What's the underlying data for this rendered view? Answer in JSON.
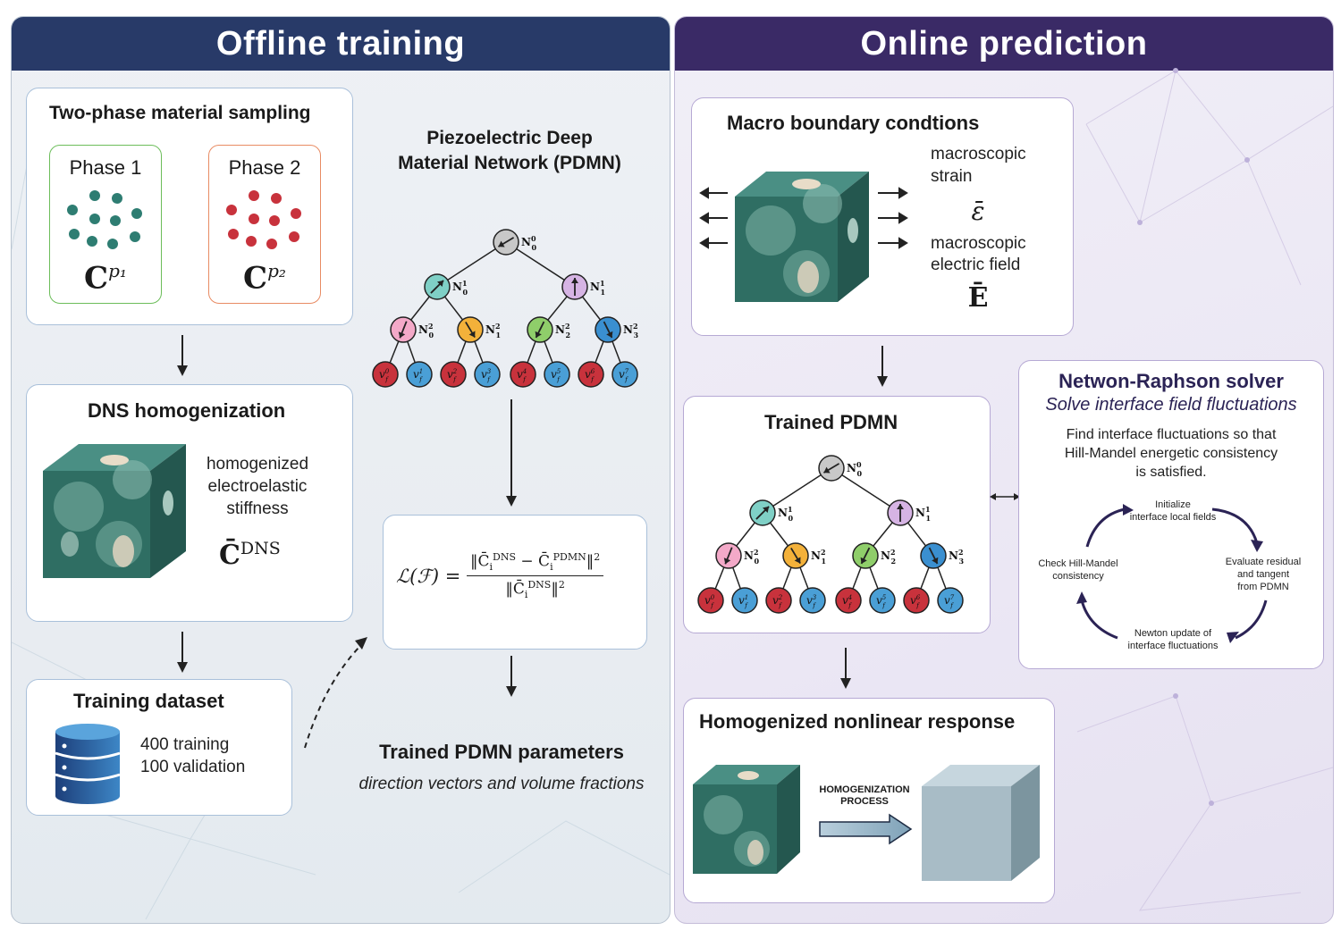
{
  "offline": {
    "header": "Offline training",
    "sampling": {
      "title": "Two-phase material sampling",
      "phase1": {
        "label": "Phase 1",
        "tensor": "C",
        "sup": "p₁",
        "color": "#2e7d72"
      },
      "phase2": {
        "label": "Phase 2",
        "tensor": "C",
        "sup": "p₂",
        "color": "#c8323c"
      }
    },
    "dns": {
      "title": "DNS homogenization",
      "desc": [
        "homogenized",
        "electroelastic",
        "stiffness"
      ],
      "tensor": "C̄",
      "sup": "DNS"
    },
    "dataset": {
      "title": "Training dataset",
      "training": "400 training",
      "validation": "100 validation"
    },
    "network": {
      "title_line1": "Piezoelectric Deep",
      "title_line2": "Material Network (PDMN)"
    },
    "loss": {
      "formula": "ℒ(ℱ) = ‖C̄ᵢᴰᴺˢ − C̄ᵢᴾᴰᴹᴺ‖² / ‖C̄ᵢᴰᴺˢ‖²"
    },
    "params": {
      "title": "Trained PDMN parameters",
      "subtitle": "direction vectors and volume fractions"
    }
  },
  "online": {
    "header": "Online prediction",
    "macro": {
      "title": "Macro boundary condtions",
      "strain_line1": "macroscopic",
      "strain_line2": "strain",
      "strain_symbol": "ε̄",
      "field_line1": "macroscopic",
      "field_line2": "electric field",
      "field_symbol": "Ē"
    },
    "trained": {
      "title": "Trained PDMN"
    },
    "solver": {
      "title": "Netwon-Raphson solver",
      "subtitle": "Solve interface field fluctuations",
      "desc": [
        "Find interface fluctuations so that",
        "Hill-Mandel energetic consistency",
        "is satisfied."
      ],
      "steps": {
        "init": [
          "Initialize",
          "interface local fields"
        ],
        "eval": [
          "Evaluate residual",
          "and tangent",
          "from PDMN"
        ],
        "update": [
          "Newton update of",
          "interface fluctuations"
        ],
        "check": [
          "Check Hill-Mandel",
          "consistency"
        ]
      }
    },
    "response": {
      "title": "Homogenized nonlinear  response",
      "process": [
        "HOMOGENIZATION",
        "PROCESS"
      ]
    }
  },
  "tree": {
    "root": {
      "label": "N",
      "sub": "0",
      "sup": "0",
      "color": "#c8c8c8"
    },
    "level1": [
      {
        "label": "N",
        "sub": "0",
        "sup": "1",
        "color": "#7fd0c6"
      },
      {
        "label": "N",
        "sub": "1",
        "sup": "1",
        "color": "#d6b4e4"
      }
    ],
    "level2": [
      {
        "label": "N",
        "sub": "0",
        "sup": "2",
        "color": "#f3a9c8"
      },
      {
        "label": "N",
        "sub": "1",
        "sup": "2",
        "color": "#f3b13a"
      },
      {
        "label": "N",
        "sub": "2",
        "sup": "2",
        "color": "#8fce6a"
      },
      {
        "label": "N",
        "sub": "3",
        "sup": "2",
        "color": "#3a8fd0"
      }
    ],
    "leaves": [
      {
        "label": "v",
        "sub": "f",
        "sup": "0",
        "color": "#c8323c"
      },
      {
        "label": "v",
        "sub": "f",
        "sup": "1",
        "color": "#4a9fd6"
      },
      {
        "label": "v",
        "sub": "f",
        "sup": "2",
        "color": "#c8323c"
      },
      {
        "label": "v",
        "sub": "f",
        "sup": "3",
        "color": "#4a9fd6"
      },
      {
        "label": "v",
        "sub": "f",
        "sup": "4",
        "color": "#c8323c"
      },
      {
        "label": "v",
        "sub": "f",
        "sup": "5",
        "color": "#4a9fd6"
      },
      {
        "label": "v",
        "sub": "f",
        "sup": "6",
        "color": "#c8323c"
      },
      {
        "label": "v",
        "sub": "f",
        "sup": "7",
        "color": "#4a9fd6"
      }
    ]
  },
  "colors": {
    "offline_header": "#283a68",
    "online_header": "#3a2a66",
    "cube_green": "#2f6e63",
    "cycle_arrow": "#2b2355"
  }
}
